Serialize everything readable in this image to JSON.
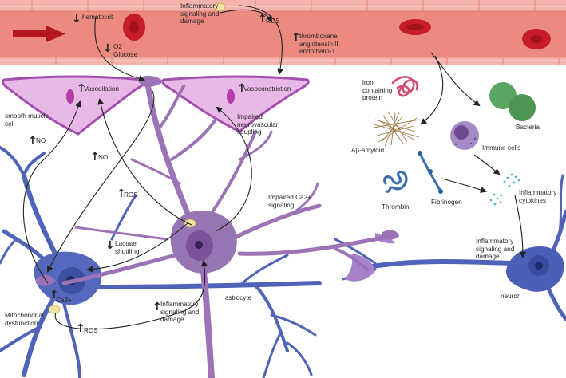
{
  "colors": {
    "vessel_wall": "#f1a8a2",
    "vessel_lumen": "#e8786f",
    "blood_cell": "#c71d28",
    "smooth_muscle": "#e6b4e3",
    "astrocyte": "#9b73b6",
    "neuron": "#4f63b8",
    "bacteria": "#5aa560",
    "immune_cell": "#a48bc5",
    "fibrinogen": "#3b6fb0",
    "cytokine": "#4bb7c9",
    "iron_protein": "#d64a6f",
    "amyloid": "#a07945"
  },
  "labels": {
    "hematocrit": "hematocrit",
    "o2_glucose": "O2\nGlucose",
    "inflammatory_top": "Inflammatory\nsignaling and\ndamage",
    "ros_top": "ROS",
    "vasoactive": "thromboxane\nangiotensin II\nendothelin-1",
    "vasodilation": "Vasodilation",
    "vasoconstriction": "Vasoconstriction",
    "smooth_muscle_cell": "smooth muscle\ncell",
    "no_1": "NO",
    "no_2": "NO",
    "impaired_coupling": "Impaired\nneurovascular\ncoupling",
    "ros_mid": "ROS",
    "impaired_ca": "Impaired Ca2+\nsignaling",
    "lactate": "Lactate\nshuttling",
    "ca2": "Ca2+",
    "mito": "Mitochondrial\ndysfunction",
    "ros_bottom": "ROS",
    "inflammatory_bottom": "Inflammatory\nsignaling and\ndamage",
    "astrocyte": "astrocyte",
    "iron_protein": "iron\ncontaining\nprotein",
    "amyloid": "Aβ-amyloid",
    "thrombin": "Thrombin",
    "fibrinogen": "Fibrinogen",
    "bacteria": "Bacteria",
    "immune_cells": "Immune cells",
    "inflammatory_cytokines": "Inflammatory\ncytokines",
    "inflammatory_right": "Inflammatory\nsignaling and\ndamage",
    "neuron": "neuron"
  }
}
